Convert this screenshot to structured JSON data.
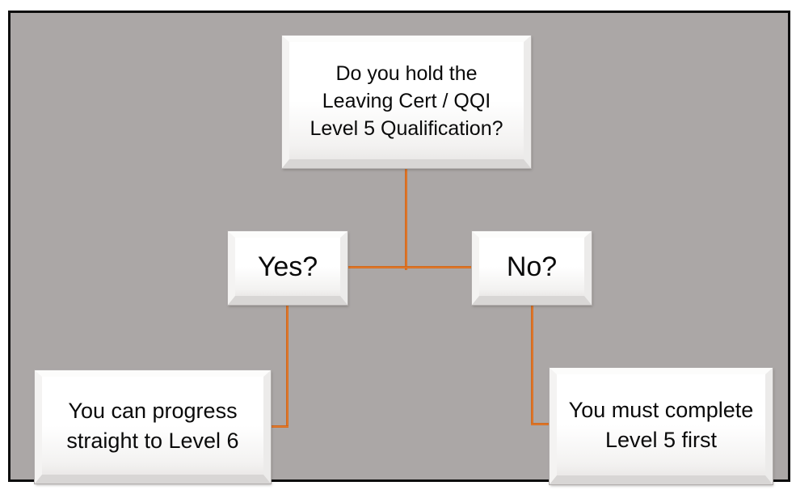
{
  "diagram": {
    "type": "decision-flowchart",
    "colors": {
      "slide_background": "#aba7a6",
      "slide_border": "#0d0d0d",
      "connector_orange": "#d56c20",
      "node_fill": "#ffffff",
      "node_text": "#0a0a0a"
    },
    "nodes": {
      "question": {
        "text": "Do you hold the Leaving Cert / QQI Level 5 Qualification?",
        "lines": [
          "Do you hold the",
          "Leaving Cert / QQI",
          "Level 5 Qualification?"
        ]
      },
      "yes": {
        "label": "Yes?"
      },
      "no": {
        "label": "No?"
      },
      "yes_outcome": {
        "text": "You can progress straight to Level 6",
        "lines": [
          "You can progress",
          "straight to Level 6"
        ]
      },
      "no_outcome": {
        "text": "You must complete Level 5 first",
        "lines": [
          "You must complete",
          "Level 5 first"
        ]
      }
    },
    "edges": [
      {
        "from": "question",
        "to": "yes-no-branch"
      },
      {
        "from": "yes",
        "to": "yes_outcome"
      },
      {
        "from": "no",
        "to": "no_outcome"
      }
    ]
  }
}
